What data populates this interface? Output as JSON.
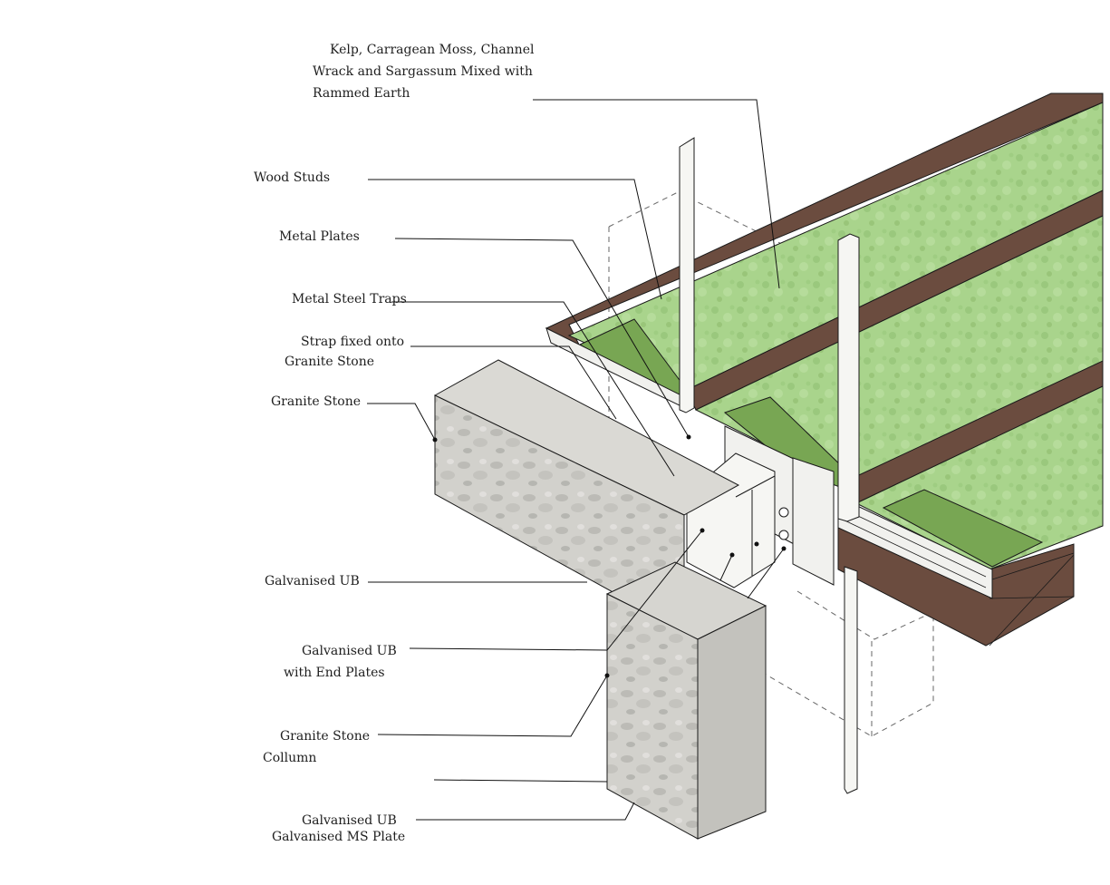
{
  "labels": {
    "seaweed_line1": "Kelp, Carragean Moss, Channel",
    "seaweed_line2": "Wrack and Sargassum Mixed with",
    "seaweed_line3": "Rammed Earth",
    "wood_studs": "Wood Studs",
    "metal_plates": "Metal Plates",
    "metal_steel_traps": "Metal Steel Traps",
    "strap_line1": "Strap fixed onto",
    "strap_line2": "Granite Stone",
    "granite_stone_1": "Granite Stone",
    "galvanised_ub_1": "Galvanised UB",
    "galvanised_ub_end_line1": "Galvanised UB",
    "galvanised_ub_end_line2": "with End Plates",
    "granite_stone_2": "Granite Stone",
    "collumn": "Collumn",
    "galvanised_ub_3": "Galvanised UB",
    "galvanised_ms_plate": "Galvanised MS Plate"
  },
  "colors": {
    "seaweed_fill": "#a9d48c",
    "seaweed_dark": "#78a653",
    "timber_frame": "#6b4c3f",
    "timber_dark": "#4e3429",
    "granite_light": "#d3d2cd",
    "granite_dark": "#a9a8a3",
    "steel": "#f1f1ee",
    "leader": "#111111"
  }
}
